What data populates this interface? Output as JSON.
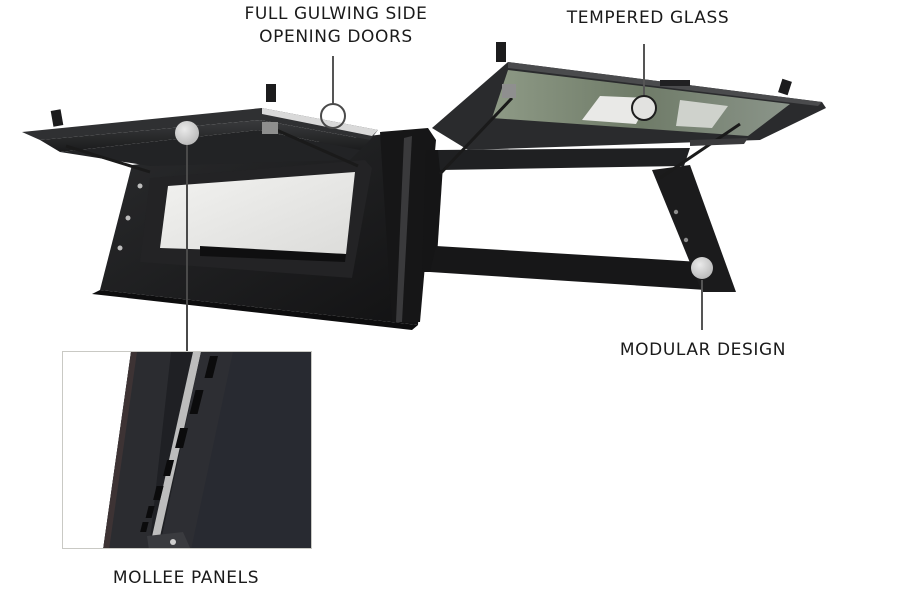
{
  "diagram": {
    "subject": "canopy-with-gullwing-doors",
    "callouts": [
      {
        "id": "gullwing",
        "lines": [
          "FULL GULWING SIDE",
          "OPENING DOORS"
        ]
      },
      {
        "id": "glass",
        "lines": [
          "TEMPERED GLASS"
        ]
      },
      {
        "id": "modular",
        "lines": [
          "MODULAR DESIGN"
        ]
      },
      {
        "id": "mollee",
        "lines": [
          "MOLLEE PANELS"
        ]
      }
    ],
    "colors": {
      "background": "#ffffff",
      "frame_dark": "#1c1c1e",
      "frame_mid": "#2e2f31",
      "glass_tint": "#7d8a78",
      "glass_clear": "#e6e6e4",
      "callout_line": "#555555",
      "callout_marker_fill": "#d4d4d4",
      "text": "#1a1a1a"
    },
    "inset": {
      "caption_ref": "mollee",
      "description": "close-up of slotted mounting panel"
    }
  }
}
